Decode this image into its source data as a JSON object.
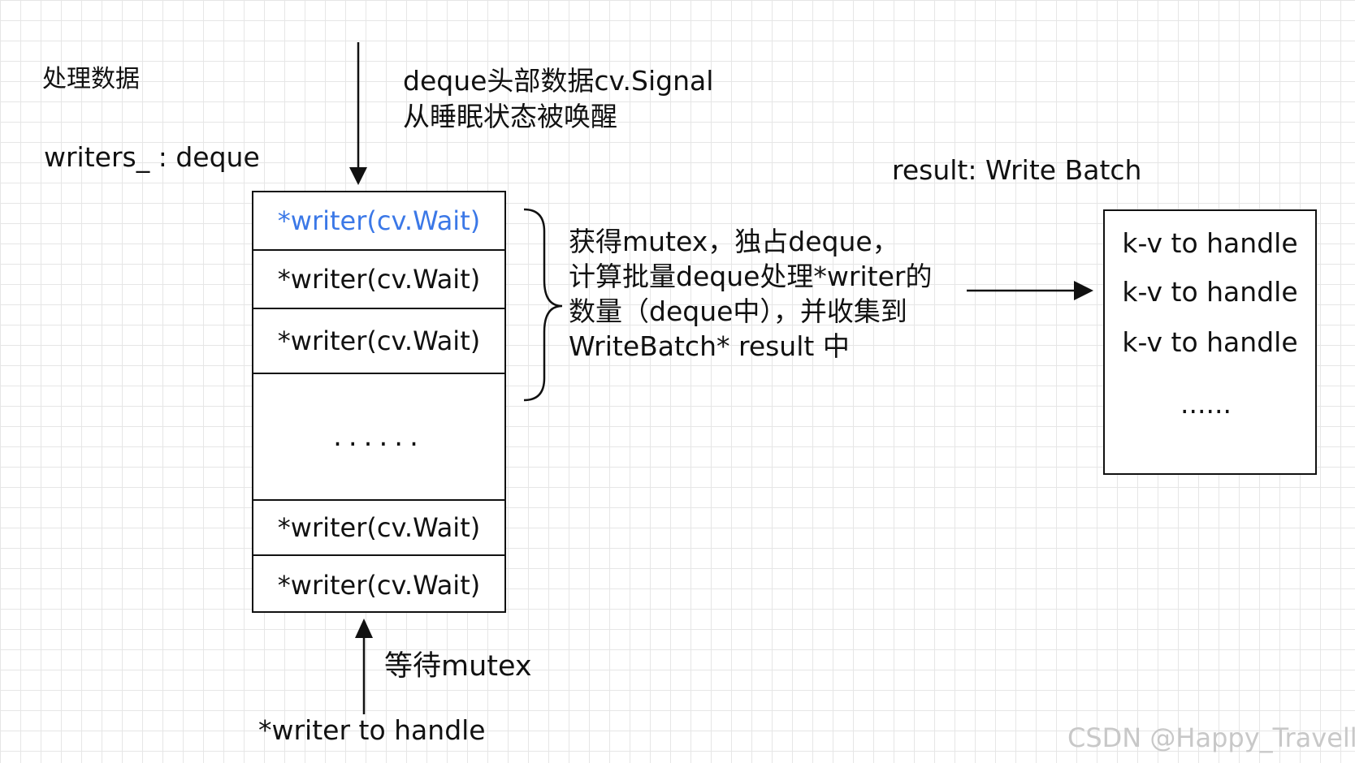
{
  "labels": {
    "process_data": "处理数据",
    "writers_deque": "writers_ : deque",
    "signal_line1": "deque头部数据cv.Signal",
    "signal_line2": "从睡眠状态被唤醒",
    "result_title": "result: Write Batch",
    "brace_line1": "获得mutex，独占deque，",
    "brace_line2": "计算批量deque处理*writer的",
    "brace_line3": "数量（deque中），并收集到",
    "brace_line4": "WriteBatch* result 中",
    "wait_mutex": "等待mutex",
    "writer_to_handle": "*writer to handle",
    "watermark": "CSDN @Happy_Traveller"
  },
  "deque_rows": [
    "*writer(cv.Wait)",
    "*writer(cv.Wait)",
    "*writer(cv.Wait)",
    "......",
    "*writer(cv.Wait)",
    "*writer(cv.Wait)"
  ],
  "result_box": {
    "items": [
      "k-v to handle",
      "k-v to handle",
      "k-v to handle",
      "......"
    ]
  },
  "colors": {
    "highlight": "#3b78e7",
    "line": "#111111",
    "watermark": "#c8c8c8"
  }
}
